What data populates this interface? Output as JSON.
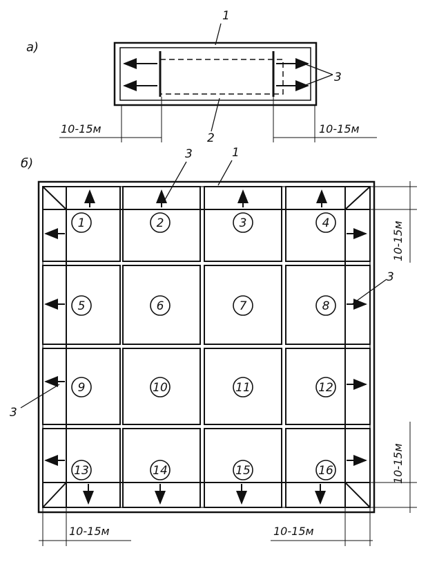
{
  "part_a": {
    "label": "а)",
    "callout_1": "1",
    "callout_2": "2",
    "callout_3": "3",
    "dim_left": "10-15м",
    "dim_right": "10-15м"
  },
  "part_b": {
    "label": "б)",
    "callout_1": "1",
    "callout_3_top": "3",
    "callout_3_right": "3",
    "callout_3_left": "3",
    "dim_right_top": "10-15м",
    "dim_right_bottom": "10-15м",
    "dim_bottom_left": "10-15м",
    "dim_bottom_right": "10-15м",
    "sections": [
      "1",
      "2",
      "3",
      "4",
      "5",
      "6",
      "7",
      "8",
      "9",
      "10",
      "11",
      "12",
      "13",
      "14",
      "15",
      "16"
    ]
  }
}
